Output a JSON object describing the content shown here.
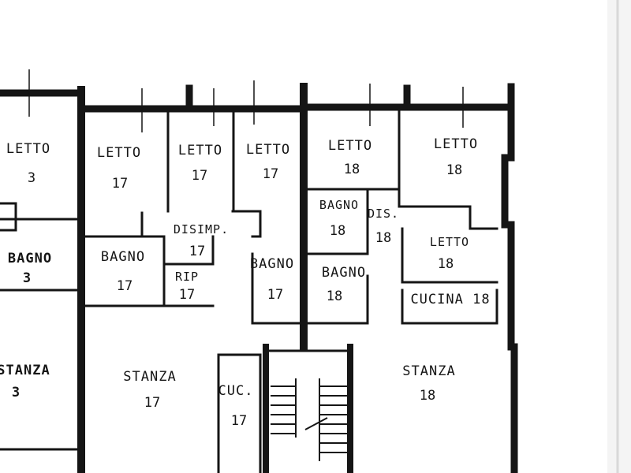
{
  "rooms": {
    "letto_3": {
      "name": "LETTO",
      "num": "3"
    },
    "bagno_3": {
      "name": "BAGNO",
      "num": "3"
    },
    "stanza_3": {
      "name": "STANZA",
      "num": "3"
    },
    "letto_17a": {
      "name": "LETTO",
      "num": "17"
    },
    "letto_17b": {
      "name": "LETTO",
      "num": "17"
    },
    "letto_17c": {
      "name": "LETTO",
      "num": "17"
    },
    "disimp_17": {
      "name": "DISIMP.",
      "num": "17"
    },
    "bagno_17a": {
      "name": "BAGNO",
      "num": "17"
    },
    "rip_17": {
      "name": "RIP",
      "num": "17"
    },
    "bagno_17b": {
      "name": "BAGNO",
      "num": "17"
    },
    "stanza_17": {
      "name": "STANZA",
      "num": "17"
    },
    "cuc_17": {
      "name": "CUC.",
      "num": "17"
    },
    "letto_18a": {
      "name": "LETTO",
      "num": "18"
    },
    "letto_18b": {
      "name": "LETTO",
      "num": "18"
    },
    "bagno_18a": {
      "name": "BAGNO",
      "num": "18"
    },
    "dis_18": {
      "name": "DIS.",
      "num": "18"
    },
    "letto_18c": {
      "name": "LETTO",
      "num": "18"
    },
    "bagno_18b": {
      "name": "BAGNO",
      "num": "18"
    },
    "cucina_18": {
      "name": "CUCINA 18"
    },
    "stanza_18": {
      "name": "STANZA",
      "num": "18"
    }
  },
  "colors": {
    "ink": "#151515",
    "paper": "#ffffff",
    "edge": "#d9d9d9"
  }
}
